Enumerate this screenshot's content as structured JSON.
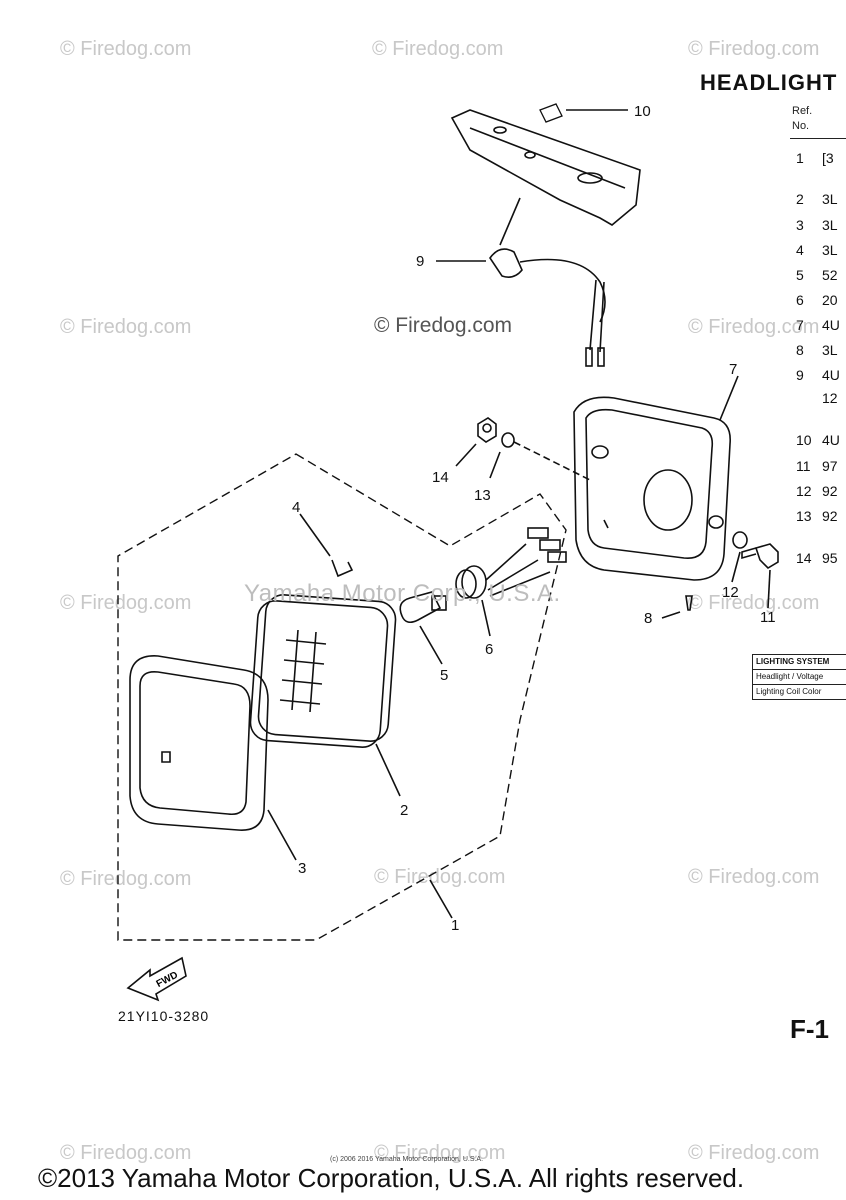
{
  "title": "HEADLIGHT",
  "columns": {
    "ref": "Ref.\nNo."
  },
  "parts": [
    {
      "ref": "1",
      "part": "[3"
    },
    {
      "ref": "2",
      "part": "3L"
    },
    {
      "ref": "3",
      "part": "3L"
    },
    {
      "ref": "4",
      "part": "3L"
    },
    {
      "ref": "5",
      "part": "52"
    },
    {
      "ref": "6",
      "part": "20"
    },
    {
      "ref": "7",
      "part": "4U"
    },
    {
      "ref": "8",
      "part": "3L"
    },
    {
      "ref": "9",
      "part": "4U"
    },
    {
      "ref": "",
      "part": "12"
    },
    {
      "ref": "10",
      "part": "4U"
    },
    {
      "ref": "11",
      "part": "97"
    },
    {
      "ref": "12",
      "part": "92"
    },
    {
      "ref": "13",
      "part": "92"
    },
    {
      "ref": "14",
      "part": "95"
    }
  ],
  "lighting_box": [
    "LIGHTING SYSTEM",
    "Headlight / Voltage",
    "Lighting Coil Color"
  ],
  "callouts": [
    "1",
    "2",
    "3",
    "4",
    "5",
    "6",
    "7",
    "8",
    "9",
    "10",
    "11",
    "12",
    "13",
    "14"
  ],
  "fwd_label": "FWD",
  "diagram_code": "21YI10-3280",
  "sheet_id": "F-1",
  "watermark": "© Firedog.com",
  "yamaha_watermark": "Yamaha Motor Corp., U.S.A.",
  "small_copyright": "(c) 2006 2016 Yamaha Motor Corporation, U.S.A.",
  "copyright": "©2013 Yamaha Motor Corporation, U.S.A. All rights reserved."
}
